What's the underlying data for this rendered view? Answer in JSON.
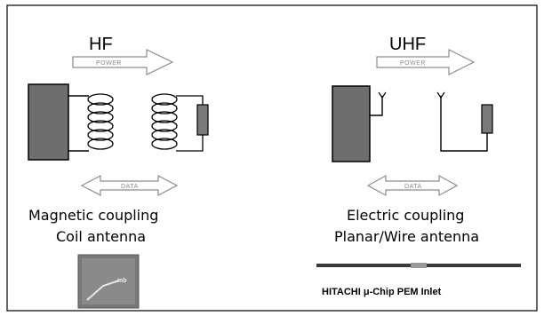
{
  "hf": {
    "title": "HF",
    "power_label": "POWER",
    "data_label": "DATA",
    "caption_line1": "Magnetic coupling",
    "caption_line2": "Coil antenna",
    "photo_label": "mb"
  },
  "uhf": {
    "title": "UHF",
    "power_label": "POWER",
    "data_label": "DATA",
    "caption_line1": "Electric coupling",
    "caption_line2": "Planar/Wire antenna",
    "chip_label": "HITACHI μ-Chip PEM Inlet"
  },
  "colors": {
    "frame": "#000000",
    "reader_box": "#6e6e6e",
    "tag_chip": "#7a7a7a",
    "arrow_stroke": "#8c8c8c",
    "inlet_strip": "#3a3a3a",
    "photo_bg": "#787878"
  }
}
